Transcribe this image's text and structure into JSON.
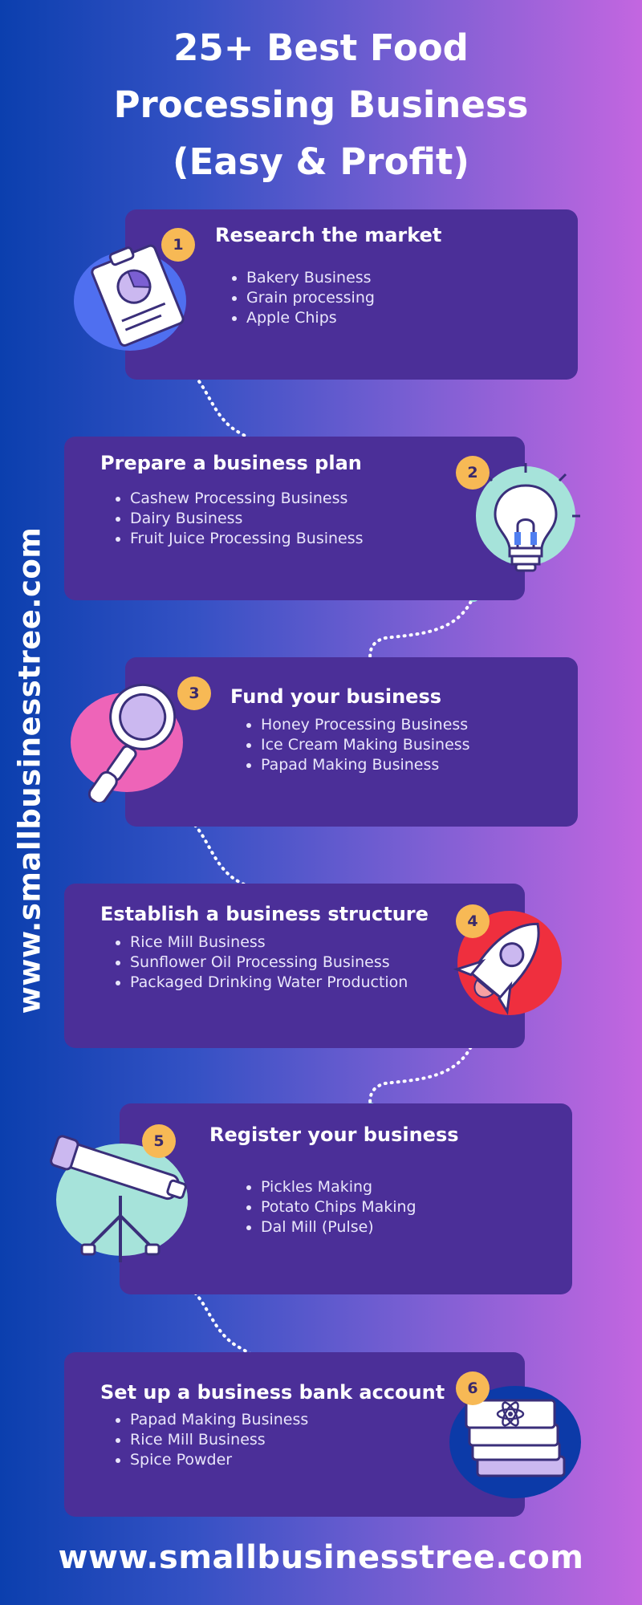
{
  "header": {
    "title_lines": [
      "25+ Best Food",
      "Processing Business",
      "(Easy & Profit)"
    ]
  },
  "side_url": "www.smallbusinesstree.com",
  "footer_url": "www.smallbusinesstree.com",
  "colors": {
    "card_bg": "#4b2f98",
    "badge": "#f7b955",
    "connector": "#9be3df",
    "gradient_start": "#0b3fae",
    "gradient_end": "#c366e0"
  },
  "steps": [
    {
      "number": "1",
      "title": "Research the market",
      "icon": "clipboard-chart-icon",
      "items": [
        "Bakery Business",
        "Grain processing",
        "Apple Chips"
      ]
    },
    {
      "number": "2",
      "title": "Prepare a business plan",
      "icon": "lightbulb-icon",
      "items": [
        "Cashew Processing Business",
        "Dairy Business",
        "Fruit Juice Processing Business"
      ]
    },
    {
      "number": "3",
      "title": "Fund your business",
      "icon": "magnifying-glass-icon",
      "items": [
        "Honey Processing Business",
        "Ice Cream Making Business",
        "Papad Making Business"
      ]
    },
    {
      "number": "4",
      "title": "Establish a business structure",
      "icon": "rocket-icon",
      "items": [
        "Rice Mill Business",
        "Sunflower Oil Processing Business",
        "Packaged Drinking Water Production"
      ]
    },
    {
      "number": "5",
      "title": "Register your business",
      "icon": "telescope-icon",
      "items": [
        "Pickles Making",
        "Potato Chips Making",
        "Dal Mill (Pulse)"
      ]
    },
    {
      "number": "6",
      "title": "Set up a business bank account",
      "icon": "cash-stack-icon",
      "items": [
        "Papad Making Business",
        "Rice Mill Business",
        "Spice Powder"
      ]
    }
  ]
}
